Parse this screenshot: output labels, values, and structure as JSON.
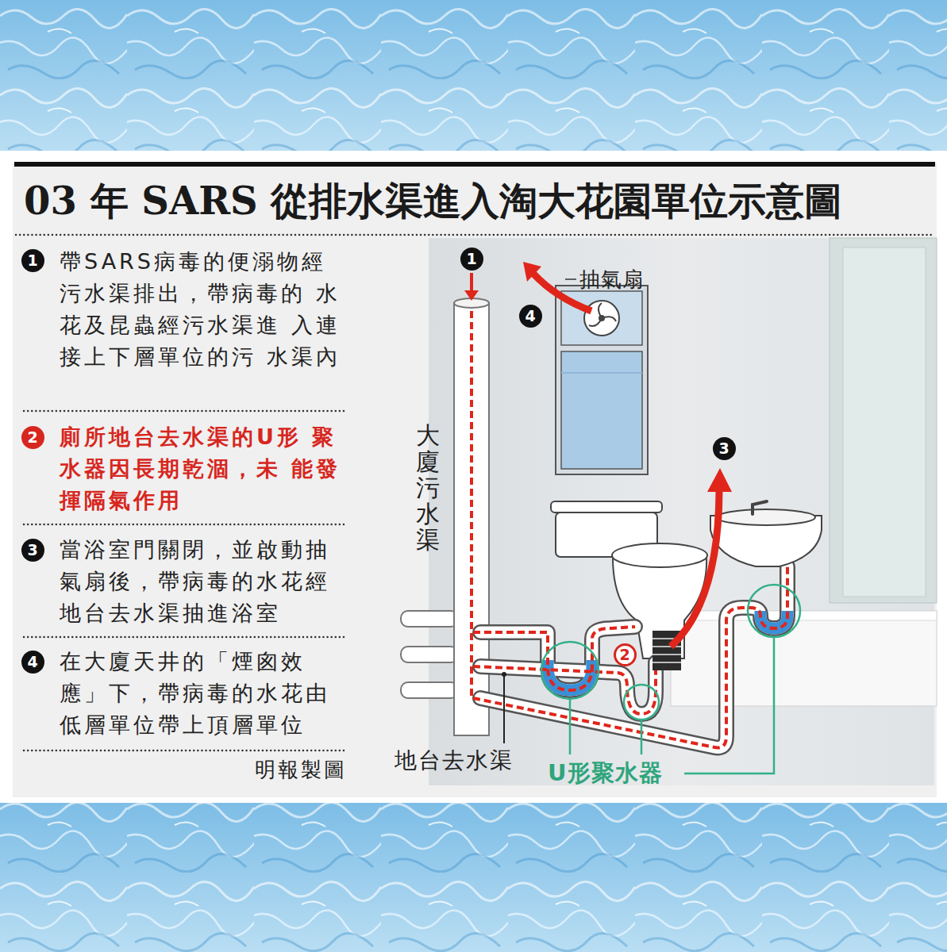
{
  "diagram": {
    "title": "03 年 SARS 從排水渠進入淘大花園單位示意圖",
    "nodes": [
      {
        "text": [
          "1"
        ]
      },
      {
        "text": [
          "2"
        ]
      },
      {
        "text": [
          "3"
        ]
      },
      {
        "text": [
          "4"
        ]
      },
      {
        "text": [
          "1"
        ]
      },
      {
        "text": [
          "4"
        ]
      },
      {
        "text": [
          "3"
        ]
      },
      {
        "text": [
          "2"
        ]
      }
    ],
    "labels": [
      "帶SARS病毒的便溺物經 污水渠排出，帶病毒的 水花及昆蟲經污水渠進 入連接上下層單位的污 水渠內",
      "廁所地台去水渠的U形 聚水器因長期乾涸，未 能發揮隔氣作用",
      "當浴室門關閉，並啟動抽 氣扇後，帶病毒的水花經 地台去水渠抽進浴室",
      "在大廈天井的「煙囪效 應」下，帶病毒的水花由 低層單位帶上頂層單位",
      "明報製圖",
      "抽氣扇",
      "大廈污水渠",
      "地台去水渠",
      "U形聚水器"
    ]
  }
}
